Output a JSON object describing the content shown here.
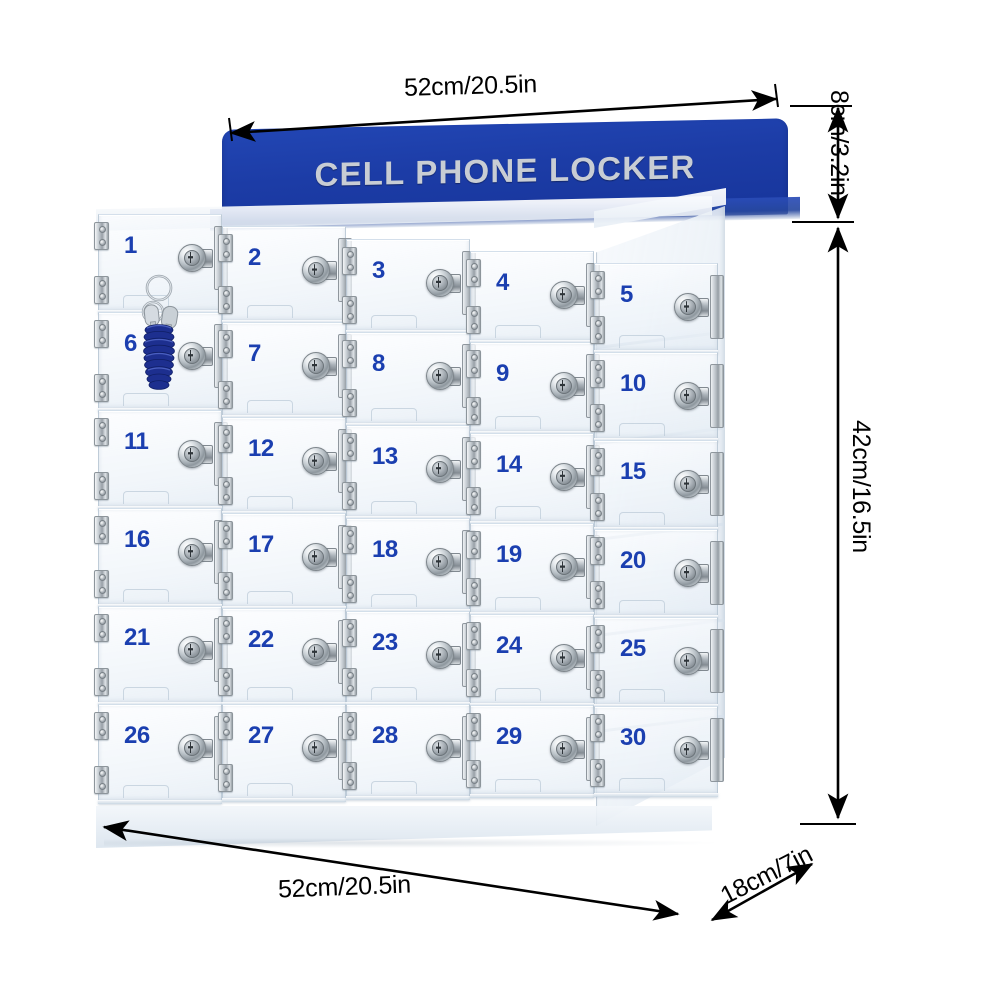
{
  "product": {
    "name": "Cell Phone Locker",
    "header_text": "CELL PHONE LOCKER",
    "locker_count": 30,
    "columns": 5,
    "rows": 6,
    "numbers": [
      [
        "1",
        "2",
        "3",
        "4",
        "5"
      ],
      [
        "6",
        "7",
        "8",
        "9",
        "10"
      ],
      [
        "11",
        "12",
        "13",
        "14",
        "15"
      ],
      [
        "16",
        "17",
        "18",
        "19",
        "20"
      ],
      [
        "21",
        "22",
        "23",
        "24",
        "25"
      ],
      [
        "26",
        "27",
        "28",
        "29",
        "30"
      ]
    ],
    "accessory": "keychain-with-keys"
  },
  "dimensions": {
    "top_width": "52cm/20.5in",
    "bottom_width": "52cm/20.5in",
    "header_height": "8cm/3.2in",
    "body_height": "42cm/16.5in",
    "depth": "18cm/7in"
  },
  "colors": {
    "header_blue": "#1c3ca6",
    "number_blue": "#1b3fb0",
    "header_text_gray": "#c8cdd4",
    "acrylic": "#eef3f8",
    "chrome": "#b8c0c6",
    "keychain_blue": "#1d2f8f",
    "annotation_black": "#000000",
    "background": "#ffffff"
  }
}
